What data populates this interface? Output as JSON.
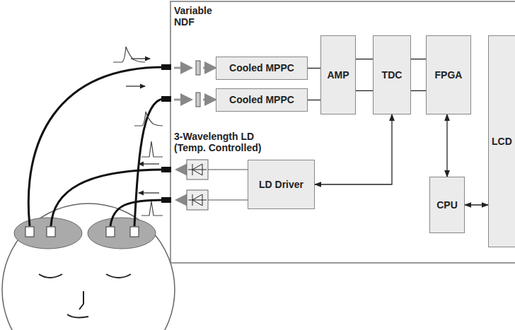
{
  "diagram": {
    "nodes": [
      {
        "text": [
          "Cooled MPPC"
        ]
      },
      {
        "text": [
          "Cooled MPPC"
        ]
      },
      {
        "text": [
          "AMP"
        ]
      },
      {
        "text": [
          "TDC"
        ]
      },
      {
        "text": [
          "FPGA"
        ]
      },
      {
        "text": [
          "LCD"
        ]
      },
      {
        "text": [
          "LD Driver"
        ]
      },
      {
        "text": [
          "CPU"
        ]
      }
    ],
    "edges": [
      {
        "from": 0,
        "to": 2,
        "arrow": "none"
      },
      {
        "from": 1,
        "to": 2,
        "arrow": "none"
      },
      {
        "from": 2,
        "to": 3,
        "arrow": "none"
      },
      {
        "from": 2,
        "to": 3,
        "arrow": "none"
      },
      {
        "from": 3,
        "to": 4,
        "arrow": "none"
      },
      {
        "from": 3,
        "to": 4,
        "arrow": "none"
      },
      {
        "from": 3,
        "to": 6,
        "arrow": "both"
      },
      {
        "from": 4,
        "to": 7,
        "arrow": "both"
      },
      {
        "from": 7,
        "to": 5,
        "arrow": "both"
      }
    ],
    "labels": [
      "Variable NDF",
      "3-Wavelength LD (Temp. Controlled)"
    ]
  }
}
